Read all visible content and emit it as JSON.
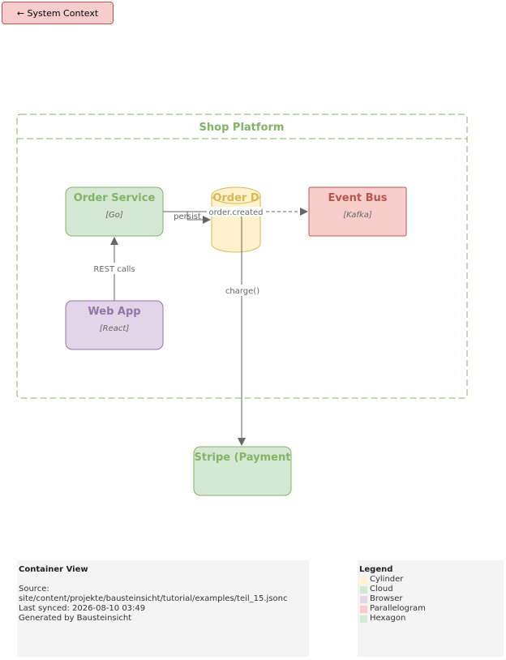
{
  "back_button": {
    "label": "← System Context"
  },
  "boundary": {
    "title": "Shop Platform"
  },
  "nodes": {
    "order_service": {
      "title": "Order Service",
      "tech": "[Go]"
    },
    "order_db": {
      "title": "Order D"
    },
    "event_bus": {
      "title": "Event Bus",
      "tech": "[Kafka]"
    },
    "web_app": {
      "title": "Web App",
      "tech": "[React]"
    },
    "stripe": {
      "title": "Stripe (Payment"
    }
  },
  "edges": {
    "persist": "persist",
    "order_created": "order.created",
    "rest_calls": "REST calls",
    "charge": "charge()"
  },
  "info": {
    "title": "Container View",
    "source_label": "Source:",
    "source_path": "site/content/projekte/bausteinsicht/tutorial/examples/teil_15.jsonc",
    "last_synced": "Last synced: 2026-08-10 03:49",
    "generated_by": "Generated by Bausteinsicht"
  },
  "legend": {
    "title": "Legend",
    "items": [
      {
        "label": "Cylinder",
        "color": "#fff2cc"
      },
      {
        "label": "Cloud",
        "color": "#d5e8d4"
      },
      {
        "label": "Browser",
        "color": "#e1d5e7"
      },
      {
        "label": "Parallelogram",
        "color": "#f8cecc"
      },
      {
        "label": "Hexagon",
        "color": "#d5e8d4"
      }
    ]
  }
}
